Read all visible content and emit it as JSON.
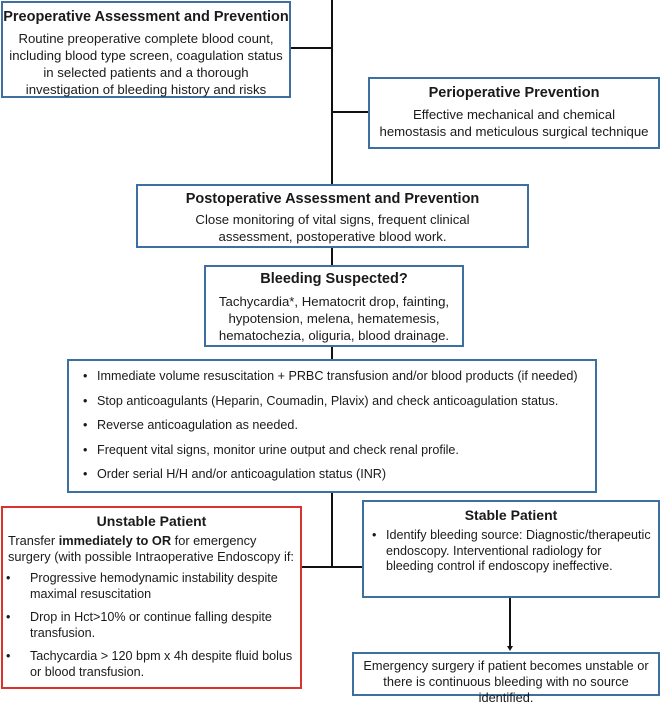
{
  "preop": {
    "title": "Preoperative Assessment and Prevention",
    "text": "Routine preoperative complete blood count, including blood type screen, coagulation status in selected patients and a thorough investigation of bleeding history and risks"
  },
  "periop": {
    "title": "Perioperative Prevention",
    "text": "Effective mechanical and chemical hemostasis and meticulous surgical technique"
  },
  "postop": {
    "title": "Postoperative Assessment and Prevention",
    "text": "Close monitoring of vital signs, frequent clinical assessment, postoperative blood work."
  },
  "bleeding": {
    "title": "Bleeding Suspected?",
    "text": "Tachycardia*, Hematocrit drop, fainting, hypotension, melena, hematemesis, hematochezia, oliguria, blood drainage."
  },
  "actions": {
    "items": [
      "Immediate volume resuscitation + PRBC transfusion and/or blood products (if needed)",
      "Stop anticoagulants (Heparin, Coumadin, Plavix) and check anticoagulation status.",
      "Reverse anticoagulation as needed.",
      "Frequent vital signs, monitor urine output and check renal profile.",
      "Order serial H/H and/or anticoagulation status (INR)"
    ]
  },
  "unstable": {
    "title": "Unstable Patient",
    "intro_pre": "Transfer ",
    "intro_bold": "immediately to OR",
    "intro_post": " for emergency surgery (with possible Intraoperative Endoscopy if:",
    "items": [
      "Progressive hemodynamic instability despite maximal resuscitation",
      "Drop in Hct>10% or continue falling despite transfusion.",
      "Tachycardia > 120 bpm x 4h despite fluid bolus or blood transfusion."
    ]
  },
  "stable": {
    "title": "Stable Patient",
    "items": [
      "Identify bleeding source: Diagnostic/therapeutic endoscopy. Interventional radiology for bleeding control if endoscopy ineffective."
    ]
  },
  "emergency": {
    "text": "Emergency surgery if patient becomes unstable or there is continuous bleeding with no source identified."
  },
  "colors": {
    "blue_border": "#3d6fa0",
    "red_border": "#d9342b",
    "connector": "#111111"
  },
  "bullet_glyph": "•"
}
